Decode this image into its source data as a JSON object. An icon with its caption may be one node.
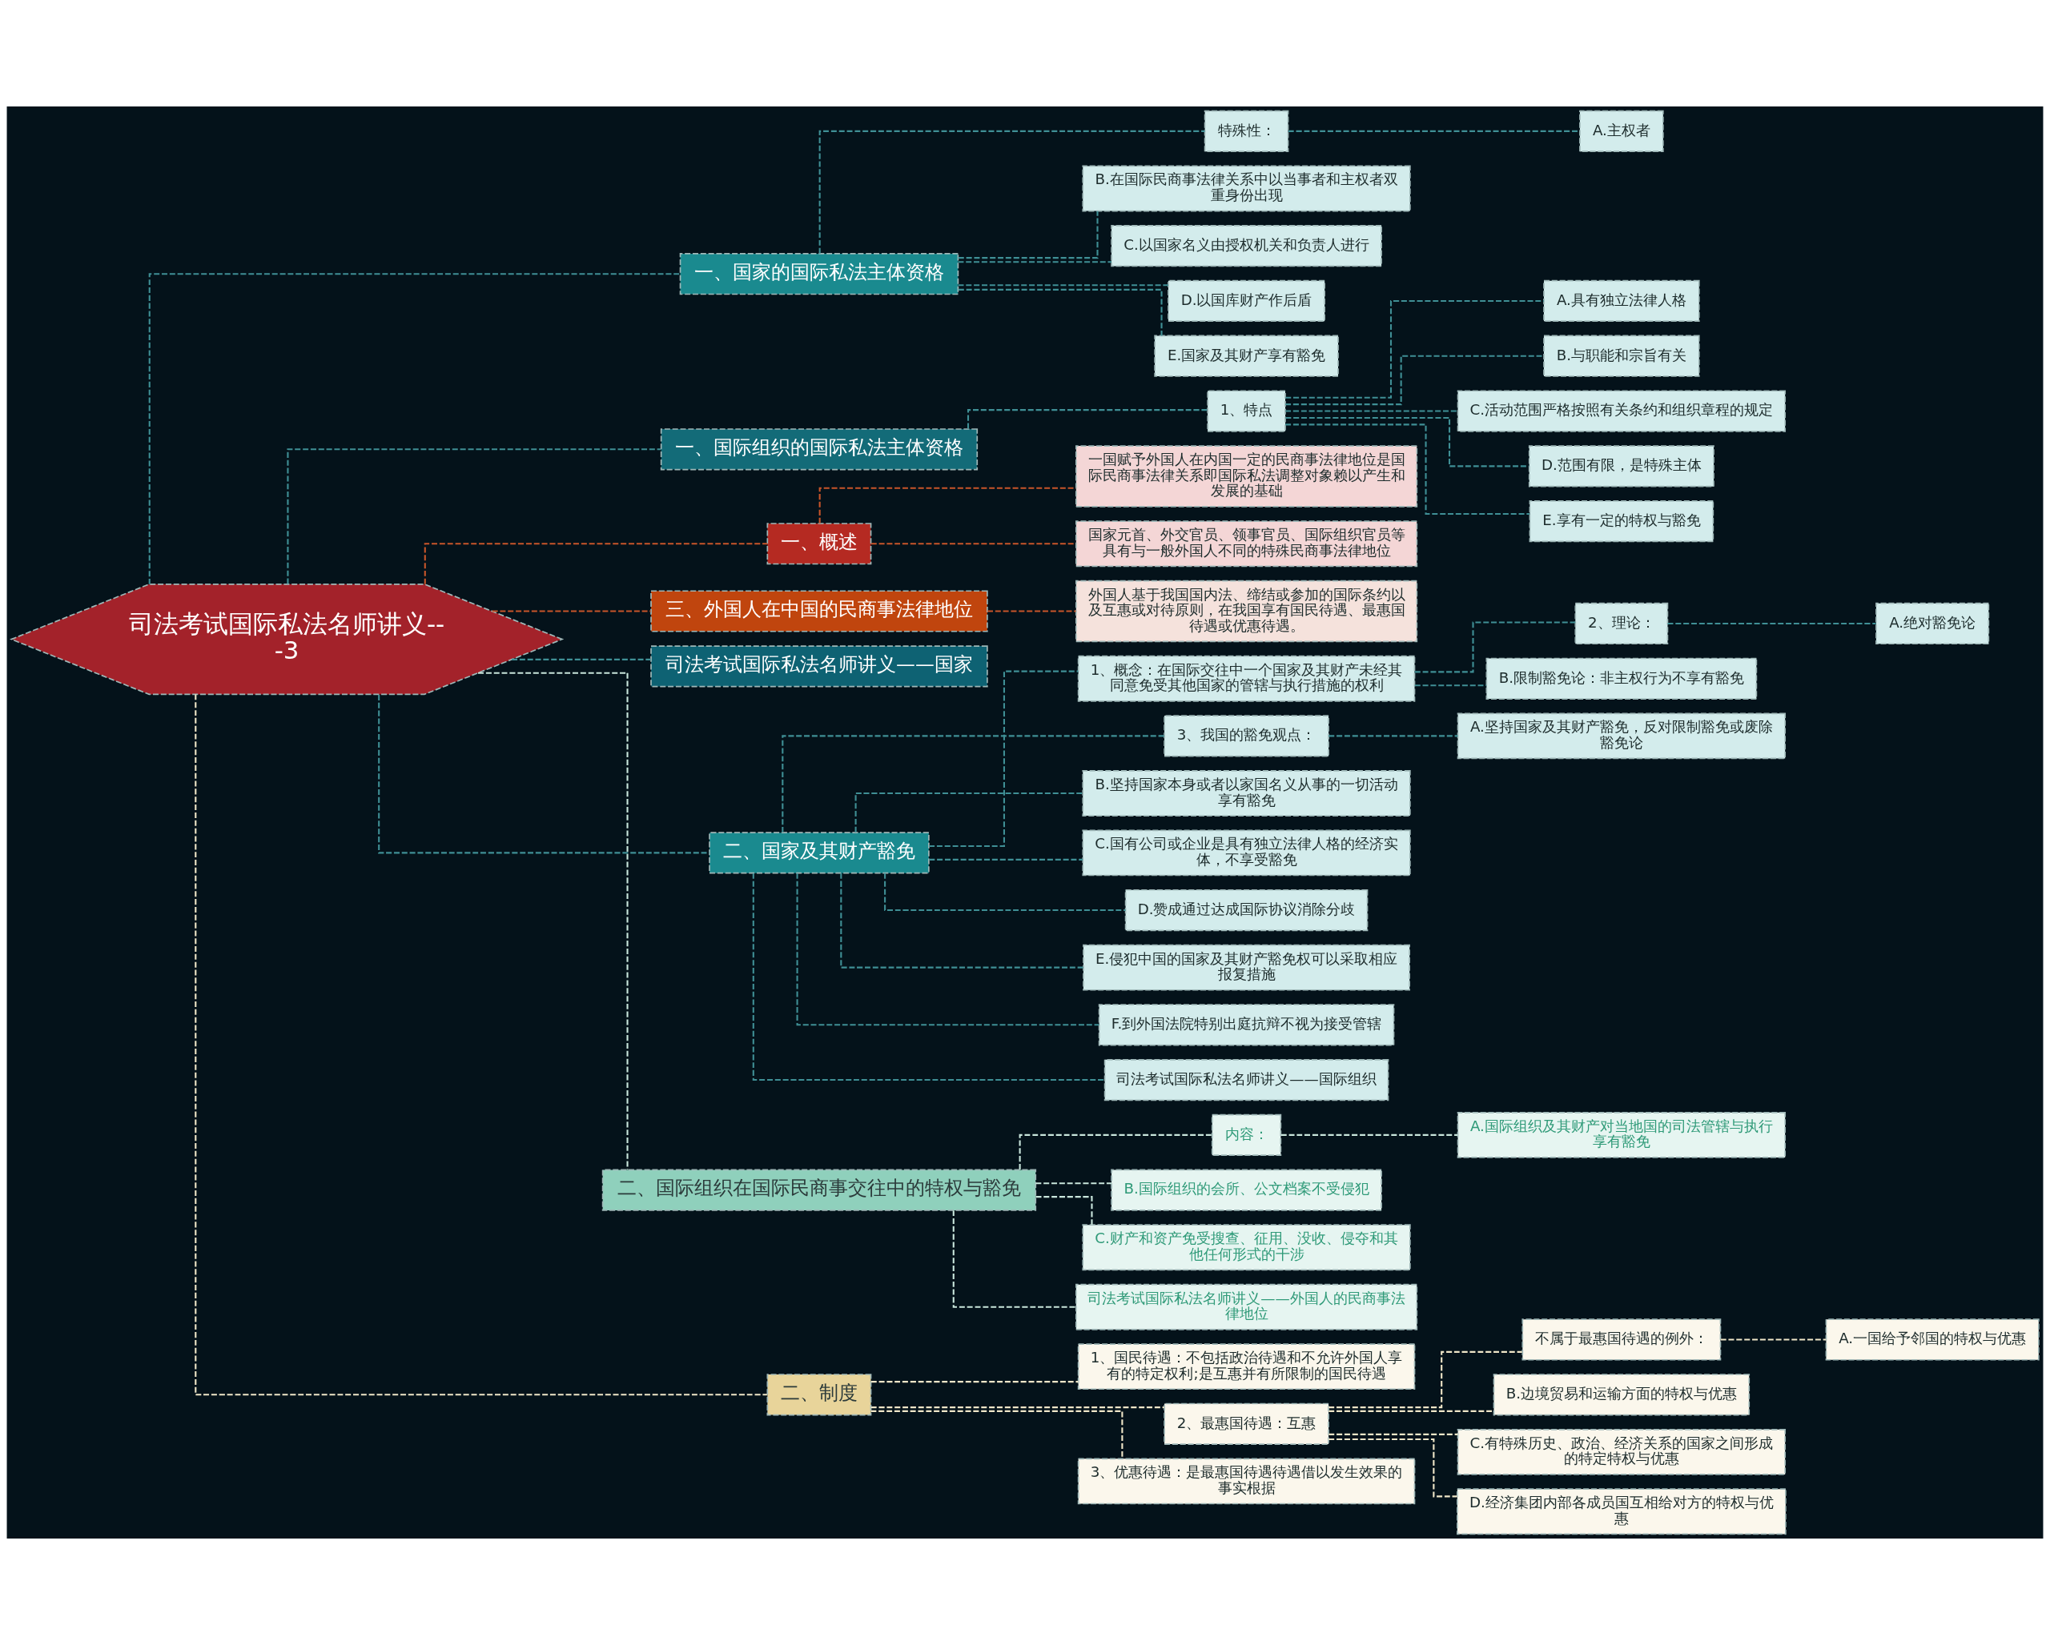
{
  "diagram": {
    "nodes": [
      {
        "text": [
          "司法考试国际私法名师讲义---3"
        ]
      },
      {
        "text": [
          "一、国家的国际私法主体资格"
        ]
      },
      {
        "text": [
          "特殊性："
        ]
      },
      {
        "text": [
          "A.主权者"
        ]
      },
      {
        "text": [
          "B.在国际民商事法律关系中以当事者和主权者双重身份出现"
        ]
      },
      {
        "text": [
          "C.以国家名义由授权机关和负责人进行"
        ]
      },
      {
        "text": [
          "D.以国库财产作后盾"
        ]
      },
      {
        "text": [
          "E.国家及其财产享有豁免"
        ]
      },
      {
        "text": [
          "一、国际组织的国际私法主体资格"
        ]
      },
      {
        "text": [
          "1、特点"
        ]
      },
      {
        "text": [
          "A.具有独立法律人格"
        ]
      },
      {
        "text": [
          "B.与职能和宗旨有关"
        ]
      },
      {
        "text": [
          "C.活动范围严格按照有关条约和组织章程的规定"
        ]
      },
      {
        "text": [
          "D.范围有限，是特殊主体"
        ]
      },
      {
        "text": [
          "E.享有一定的特权与豁免"
        ]
      },
      {
        "text": [
          "一、概述"
        ]
      },
      {
        "text": [
          "一国赋予外国人在内国一定的民商事法律地位是国际民商事法律关系即国际私法调整对象赖以产生和发展的基础"
        ]
      },
      {
        "text": [
          "国家元首、外交官员、领事官员、国际组织官员等具有与一般外国人不同的特殊民商事法律地位"
        ]
      },
      {
        "text": [
          "三、外国人在中国的民商事法律地位"
        ]
      },
      {
        "text": [
          "外国人基于我国国内法、缔结或参加的国际条约以及互惠或对待原则，在我国享有国民待遇、最惠国待遇或优惠待遇。"
        ]
      },
      {
        "text": [
          "司法考试国际私法名师讲义——国家"
        ]
      },
      {
        "text": [
          "二、国家及其财产豁免"
        ]
      },
      {
        "text": [
          "1、概念：在国际交往中一个国家及其财产未经其同意免受其他国家的管辖与执行措施的权利"
        ]
      },
      {
        "text": [
          "2、理论："
        ]
      },
      {
        "text": [
          "A.绝对豁免论"
        ]
      },
      {
        "text": [
          "B.限制豁免论：非主权行为不享有豁免"
        ]
      },
      {
        "text": [
          "3、我国的豁免观点："
        ]
      },
      {
        "text": [
          "A.坚持国家及其财产豁免，反对限制豁免或废除豁免论"
        ]
      },
      {
        "text": [
          "B.坚持国家本身或者以家国名义从事的一切活动享有豁免"
        ]
      },
      {
        "text": [
          "C.国有公司或企业是具有独立法律人格的经济实体，不享受豁免"
        ]
      },
      {
        "text": [
          "D.赞成通过达成国际协议消除分歧"
        ]
      },
      {
        "text": [
          "E.侵犯中国的国家及其财产豁免权可以采取相应报复措施"
        ]
      },
      {
        "text": [
          "F.到外国法院特别出庭抗辩不视为接受管辖"
        ]
      },
      {
        "text": [
          "司法考试国际私法名师讲义——国际组织"
        ]
      },
      {
        "text": [
          "二、国际组织在国际民商事交往中的特权与豁免"
        ]
      },
      {
        "text": [
          "内容："
        ]
      },
      {
        "text": [
          "A.国际组织及其财产对当地国的司法管辖与执行享有豁免"
        ]
      },
      {
        "text": [
          "B.国际组织的会所、公文档案不受侵犯"
        ]
      },
      {
        "text": [
          "C.财产和资产免受搜查、征用、没收、侵夺和其他任何形式的干涉"
        ]
      },
      {
        "text": [
          "司法考试国际私法名师讲义——外国人的民商事法律地位"
        ]
      },
      {
        "text": [
          "二、制度"
        ]
      },
      {
        "text": [
          "1、国民待遇：不包括政治待遇和不允许外国人享有的特定权利;是互惠并有所限制的国民待遇"
        ]
      },
      {
        "text": [
          "2、最惠国待遇：互惠"
        ]
      },
      {
        "text": [
          "不属于最惠国待遇的例外："
        ]
      },
      {
        "text": [
          "A.一国给予邻国的特权与优惠"
        ]
      },
      {
        "text": [
          "B.边境贸易和运输方面的特权与优惠"
        ]
      },
      {
        "text": [
          "C.有特殊历史、政治、经济关系的国家之间形成的特定特权与优惠"
        ]
      },
      {
        "text": [
          "D.经济集团内部各成员国互相给对方的特权与优惠"
        ]
      },
      {
        "text": [
          "3、优惠待遇：是最惠国待遇待遇借以发生效果的事实根据"
        ]
      }
    ],
    "edges": [
      {
        "from": 0,
        "to": 1,
        "arrow": "none",
        "style": "dashed"
      },
      {
        "from": 1,
        "to": 2,
        "arrow": "none",
        "style": "dashed"
      },
      {
        "from": 2,
        "to": 3,
        "arrow": "none",
        "style": "dashed"
      },
      {
        "from": 1,
        "to": 4,
        "arrow": "none",
        "style": "dashed"
      },
      {
        "from": 1,
        "to": 5,
        "arrow": "none",
        "style": "dashed"
      },
      {
        "from": 1,
        "to": 6,
        "arrow": "none",
        "style": "dashed"
      },
      {
        "from": 1,
        "to": 7,
        "arrow": "none",
        "style": "dashed"
      },
      {
        "from": 0,
        "to": 8,
        "arrow": "none",
        "style": "dashed"
      },
      {
        "from": 8,
        "to": 9,
        "arrow": "none",
        "style": "dashed"
      },
      {
        "from": 9,
        "to": 10,
        "arrow": "none",
        "style": "dashed"
      },
      {
        "from": 9,
        "to": 11,
        "arrow": "none",
        "style": "dashed"
      },
      {
        "from": 9,
        "to": 12,
        "arrow": "none",
        "style": "dashed"
      },
      {
        "from": 9,
        "to": 13,
        "arrow": "none",
        "style": "dashed"
      },
      {
        "from": 9,
        "to": 14,
        "arrow": "none",
        "style": "dashed"
      },
      {
        "from": 0,
        "to": 15,
        "arrow": "none",
        "style": "dashed",
        "color": "#c8552a"
      },
      {
        "from": 15,
        "to": 16,
        "arrow": "none",
        "style": "dashed",
        "color": "#c8552a"
      },
      {
        "from": 15,
        "to": 17,
        "arrow": "none",
        "style": "dashed",
        "color": "#c8552a"
      },
      {
        "from": 0,
        "to": 18,
        "arrow": "none",
        "style": "dashed",
        "color": "#c8552a"
      },
      {
        "from": 18,
        "to": 19,
        "arrow": "none",
        "style": "dashed",
        "color": "#c8552a"
      },
      {
        "from": 0,
        "to": 20,
        "arrow": "none",
        "style": "dashed"
      },
      {
        "from": 0,
        "to": 21,
        "arrow": "none",
        "style": "dashed"
      },
      {
        "from": 21,
        "to": 22,
        "arrow": "none",
        "style": "dashed"
      },
      {
        "from": 22,
        "to": 23,
        "arrow": "none",
        "style": "dashed"
      },
      {
        "from": 23,
        "to": 24,
        "arrow": "none",
        "style": "dashed"
      },
      {
        "from": 22,
        "to": 25,
        "arrow": "none",
        "style": "dashed"
      },
      {
        "from": 21,
        "to": 26,
        "arrow": "none",
        "style": "dashed"
      },
      {
        "from": 26,
        "to": 27,
        "arrow": "none",
        "style": "dashed"
      },
      {
        "from": 21,
        "to": 28,
        "arrow": "none",
        "style": "dashed"
      },
      {
        "from": 21,
        "to": 29,
        "arrow": "none",
        "style": "dashed"
      },
      {
        "from": 21,
        "to": 30,
        "arrow": "none",
        "style": "dashed"
      },
      {
        "from": 21,
        "to": 31,
        "arrow": "none",
        "style": "dashed"
      },
      {
        "from": 21,
        "to": 32,
        "arrow": "none",
        "style": "dashed"
      },
      {
        "from": 21,
        "to": 33,
        "arrow": "none",
        "style": "dashed"
      },
      {
        "from": 0,
        "to": 34,
        "arrow": "none",
        "style": "dashed",
        "color": "#c9e6dc"
      },
      {
        "from": 34,
        "to": 35,
        "arrow": "none",
        "style": "dashed",
        "color": "#c9e6dc"
      },
      {
        "from": 35,
        "to": 36,
        "arrow": "none",
        "style": "dashed",
        "color": "#c9e6dc"
      },
      {
        "from": 34,
        "to": 37,
        "arrow": "none",
        "style": "dashed",
        "color": "#c9e6dc"
      },
      {
        "from": 34,
        "to": 38,
        "arrow": "none",
        "style": "dashed",
        "color": "#c9e6dc"
      },
      {
        "from": 34,
        "to": 39,
        "arrow": "none",
        "style": "dashed",
        "color": "#c9e6dc"
      },
      {
        "from": 0,
        "to": 40,
        "arrow": "none",
        "style": "dashed",
        "color": "#efe6c8"
      },
      {
        "from": 40,
        "to": 41,
        "arrow": "none",
        "style": "dashed",
        "color": "#efe6c8"
      },
      {
        "from": 40,
        "to": 42,
        "arrow": "none",
        "style": "dashed",
        "color": "#efe6c8"
      },
      {
        "from": 42,
        "to": 43,
        "arrow": "none",
        "style": "dashed",
        "color": "#efe6c8"
      },
      {
        "from": 43,
        "to": 44,
        "arrow": "none",
        "style": "dashed",
        "color": "#efe6c8"
      },
      {
        "from": 42,
        "to": 45,
        "arrow": "none",
        "style": "dashed",
        "color": "#efe6c8"
      },
      {
        "from": 42,
        "to": 46,
        "arrow": "none",
        "style": "dashed",
        "color": "#efe6c8"
      },
      {
        "from": 42,
        "to": 47,
        "arrow": "none",
        "style": "dashed",
        "color": "#efe6c8"
      },
      {
        "from": 40,
        "to": 48,
        "arrow": "none",
        "style": "dashed",
        "color": "#efe6c8"
      }
    ]
  }
}
